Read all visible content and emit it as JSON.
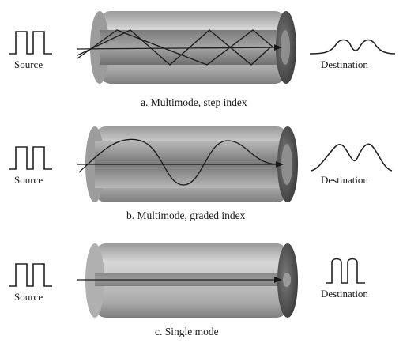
{
  "panels": [
    {
      "id": "a",
      "caption": "a. Multimode, step index",
      "source_label": "Source",
      "destination_label": "Destination"
    },
    {
      "id": "b",
      "caption": "b. Multimode, graded index",
      "source_label": "Source",
      "destination_label": "Destination"
    },
    {
      "id": "c",
      "caption": "c. Single mode",
      "source_label": "Source",
      "destination_label": "Destination"
    }
  ],
  "colors": {
    "cladding": "#bdbdbd",
    "core": "#8e8e8e",
    "end_cap": "#5a5a5a",
    "ray": "#1a1a1a",
    "text": "#1a1a1a"
  }
}
